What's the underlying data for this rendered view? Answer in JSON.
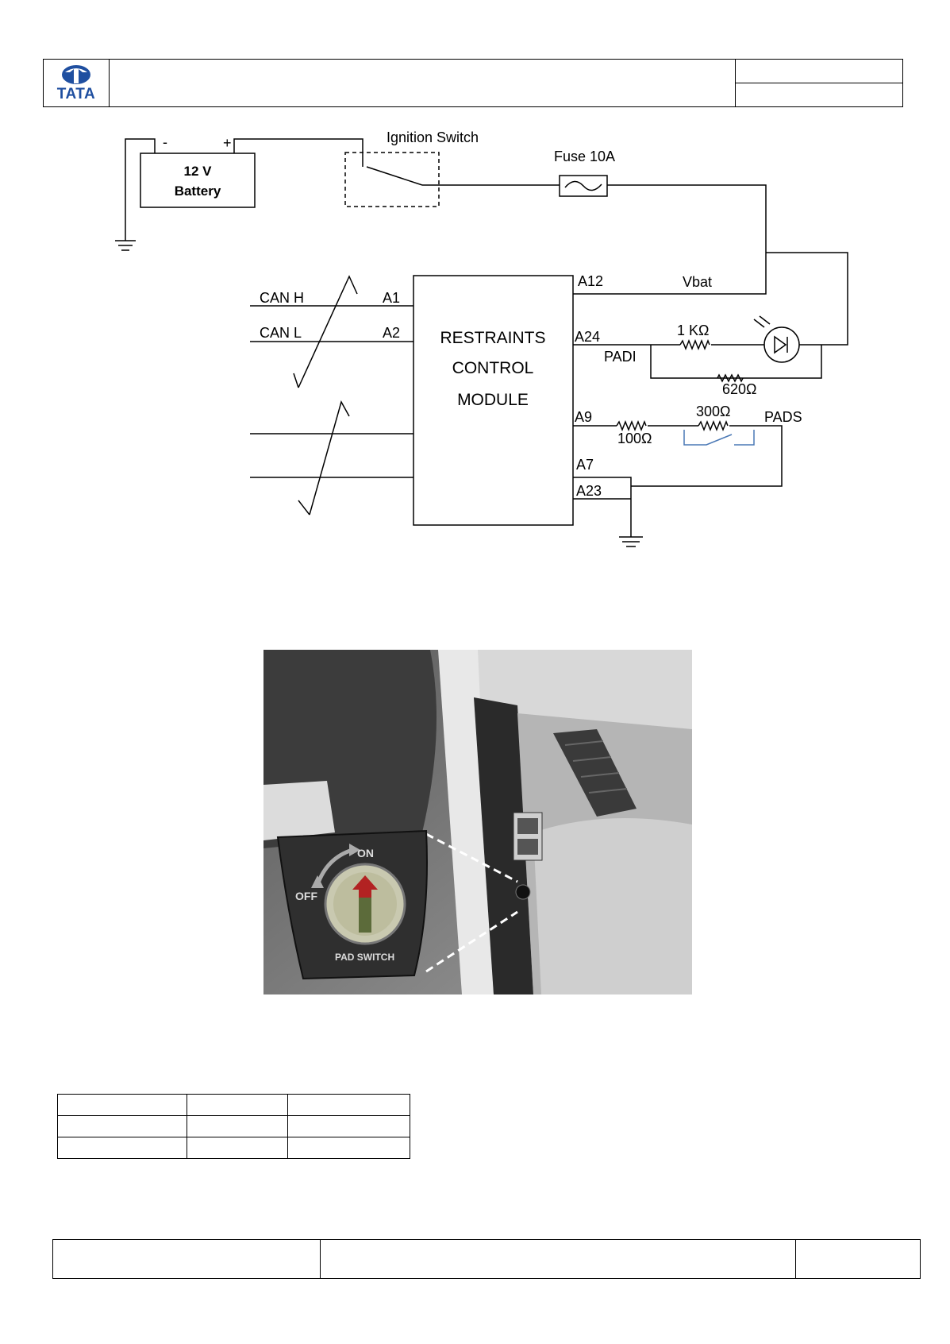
{
  "header": {
    "logo_text": "TATA"
  },
  "diagram": {
    "battery_voltage": "12 V",
    "battery_label": "Battery",
    "battery_minus": "-",
    "battery_plus": "+",
    "ignition_label": "Ignition Switch",
    "fuse_label": "Fuse 10A",
    "module_line1": "RESTRAINTS",
    "module_line2": "CONTROL",
    "module_line3": "MODULE",
    "can_h": "CAN H",
    "can_l": "CAN L",
    "pin_a1": "A1",
    "pin_a2": "A2",
    "pin_a12": "A12",
    "pin_a24": "A24",
    "pin_a9": "A9",
    "pin_a7": "A7",
    "pin_a23": "A23",
    "vbat": "Vbat",
    "padi": "PADI",
    "pads": "PADS",
    "r_1k": "1 KΩ",
    "r_620": "620Ω",
    "r_300": "300Ω",
    "r_100": "100Ω"
  },
  "photo": {
    "on_label": "ON",
    "off_label": "OFF",
    "switch_label": "PAD SWITCH"
  },
  "colors": {
    "brand_blue": "#1f4fa0",
    "switch_wire": "#4a78b5",
    "arrow_red": "#b22222"
  }
}
